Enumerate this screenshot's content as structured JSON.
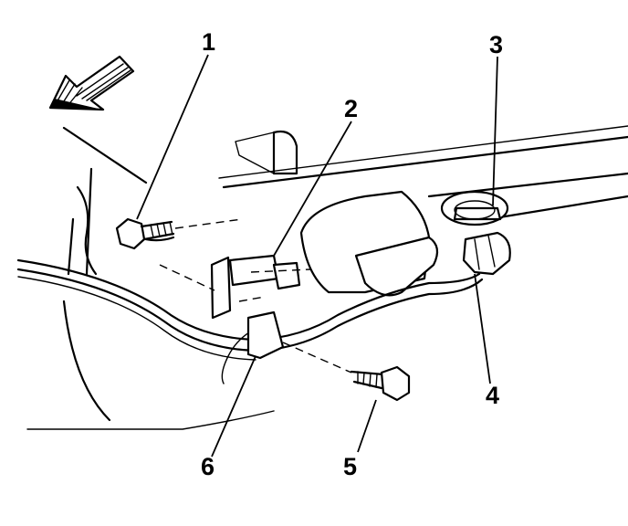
{
  "callouts": [
    {
      "id": "1",
      "label": "1"
    },
    {
      "id": "2",
      "label": "2"
    },
    {
      "id": "3",
      "label": "3"
    },
    {
      "id": "4",
      "label": "4"
    },
    {
      "id": "5",
      "label": "5"
    },
    {
      "id": "6",
      "label": "6"
    }
  ],
  "icons": {
    "direction_arrow": "front-direction-arrow-icon"
  }
}
